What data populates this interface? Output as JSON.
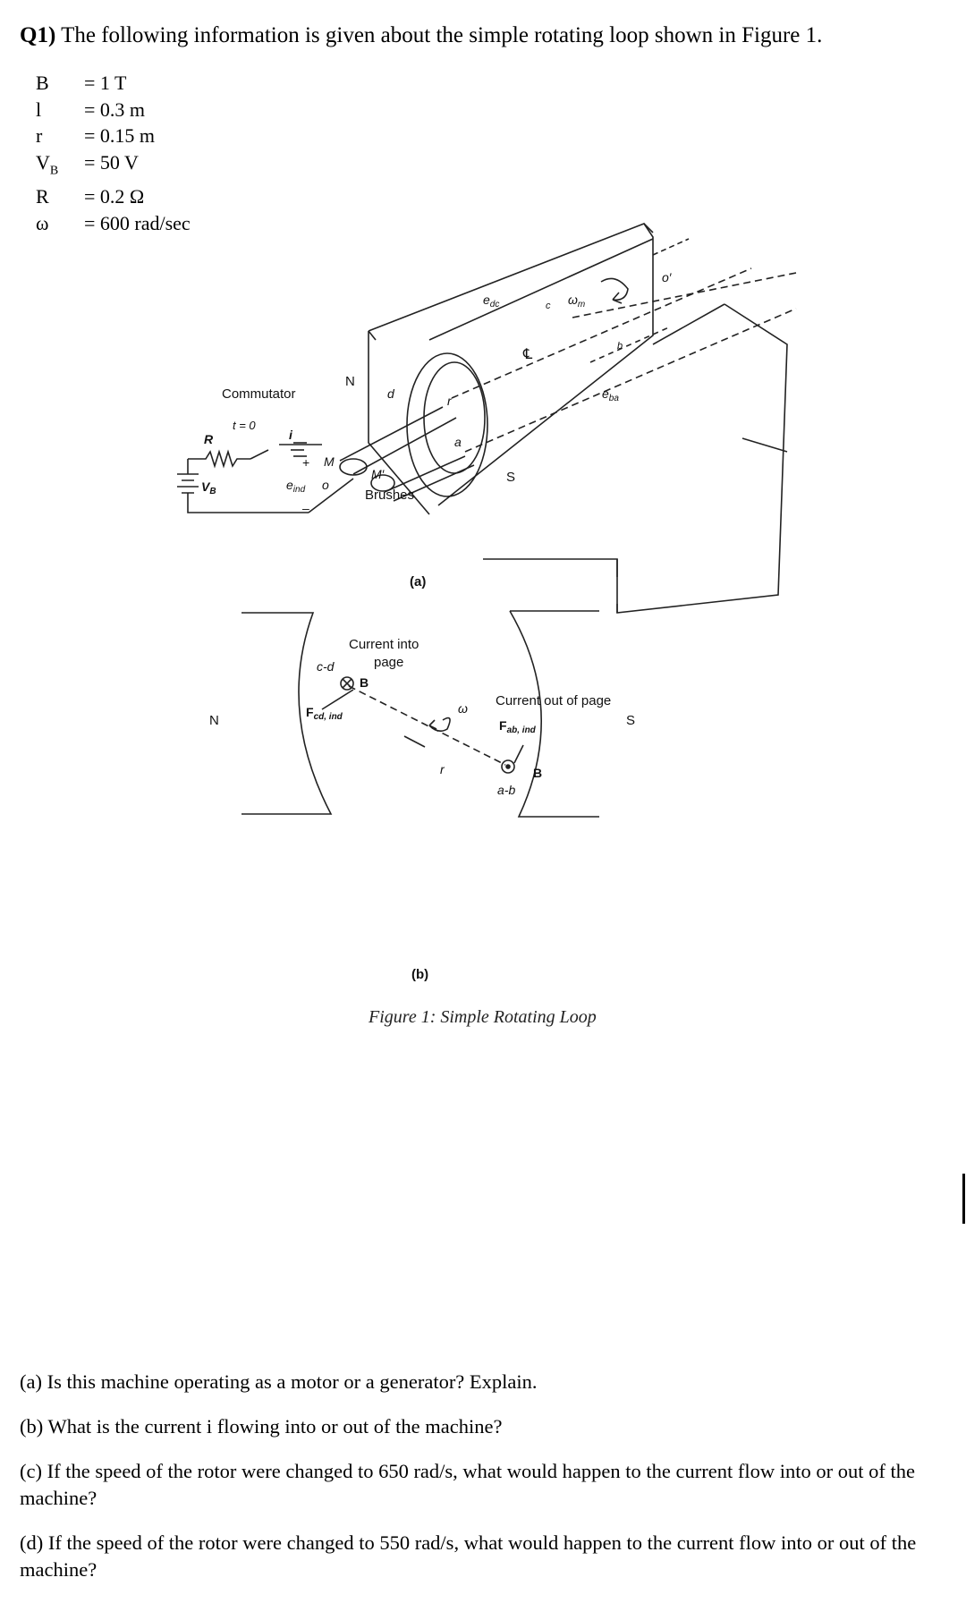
{
  "question": {
    "number": "Q1)",
    "text": "The following information is given about the simple rotating loop shown in Figure 1."
  },
  "params": [
    {
      "symbol": "B",
      "value": "= 1 T"
    },
    {
      "symbol": "l",
      "value": "= 0.3 m"
    },
    {
      "symbol": "r",
      "value": "= 0.15 m"
    },
    {
      "symbol": "V",
      "subscript": "B",
      "value": "= 50 V"
    },
    {
      "symbol": "R",
      "value": "= 0.2 Ω"
    },
    {
      "symbol": "ω",
      "value": "= 600 rad/sec"
    }
  ],
  "figure": {
    "part_a": {
      "label": "(a)",
      "commutator": "Commutator",
      "t0": "t = 0",
      "R": "R",
      "VB": "V",
      "VB_sub": "B",
      "i": "i",
      "eind": "e",
      "eind_sub": "ind",
      "plus": "+",
      "minus": "–",
      "M": "M",
      "Mprime": "M′",
      "o": "o",
      "oprime": "o′",
      "N": "N",
      "S": "S",
      "brushes": "Brushes",
      "d": "d",
      "a": "a",
      "b": "b",
      "c": "c",
      "r": "r",
      "edc": "e",
      "edc_sub": "dc",
      "eba": "e",
      "eba_sub": "ba",
      "wm": "ω",
      "wm_sub": "m",
      "centerline": "℄"
    },
    "part_b": {
      "label": "(b)",
      "N": "N",
      "S": "S",
      "current_into_1": "Current into",
      "current_into_2": "page",
      "cd": "c-d",
      "B_top": "B",
      "Fcd": "F",
      "Fcd_sub": "cd, ind",
      "omega": "ω",
      "r": "r",
      "current_out": "Current out of page",
      "Fab": "F",
      "Fab_sub": "ab, ind",
      "B_bottom": "B",
      "ab": "a-b"
    },
    "caption": "Figure 1: Simple Rotating Loop"
  },
  "questions": [
    "(a) Is this machine operating as a motor or a generator? Explain.",
    "(b) What is the current i flowing into or out of the machine?",
    "(c) If the speed of the rotor were changed to 650 rad/s, what would happen to the current flow into or out of the machine?",
    "(d) If the speed of the rotor were changed to 550 rad/s, what would happen to the current flow into or out of the machine?"
  ]
}
